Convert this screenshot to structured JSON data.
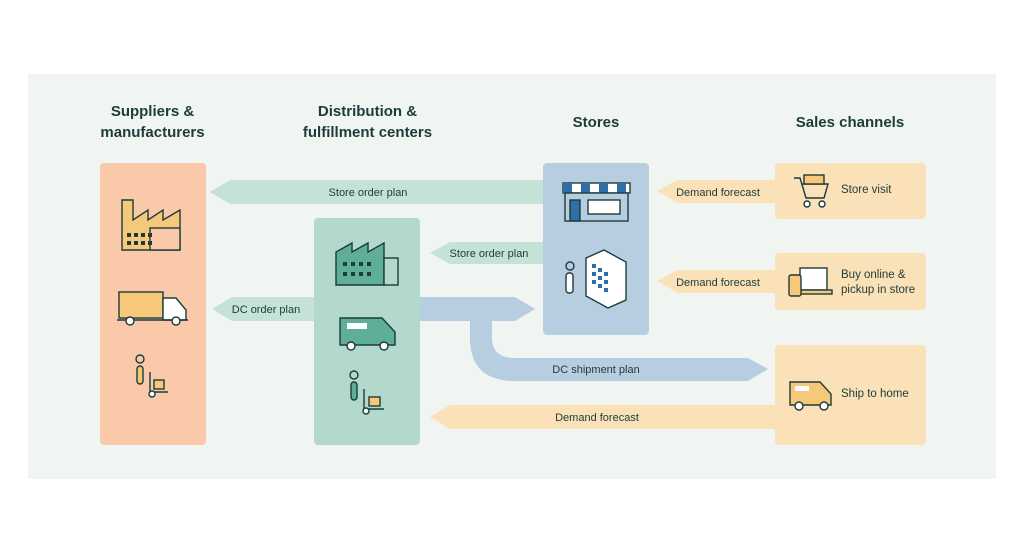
{
  "columns": {
    "suppliers": "Suppliers & manufacturers",
    "distribution": "Distribution & fulfillment centers",
    "stores": "Stores",
    "sales_channels": "Sales channels"
  },
  "arrows": {
    "store_order_plan_top": "Store order plan",
    "store_order_plan_mid": "Store order plan",
    "dc_order_plan": "DC order plan",
    "dc_shipment_plan": "DC shipment plan",
    "demand_forecast_1": "Demand forecast",
    "demand_forecast_2": "Demand forecast",
    "demand_forecast_3": "Demand forecast"
  },
  "channels": [
    {
      "label": "Store visit",
      "icon": "shopping-cart-icon"
    },
    {
      "label": "Buy online & pickup in store",
      "icon": "devices-icon"
    },
    {
      "label": "Ship to home",
      "icon": "delivery-van-icon"
    }
  ],
  "colors": {
    "background": "#f0f5f2",
    "suppliers": "#f9c9a9",
    "distribution": "#b3d9cd",
    "stores": "#b7cde0",
    "sales": "#fbe1b8",
    "text": "#1d3b3a"
  }
}
